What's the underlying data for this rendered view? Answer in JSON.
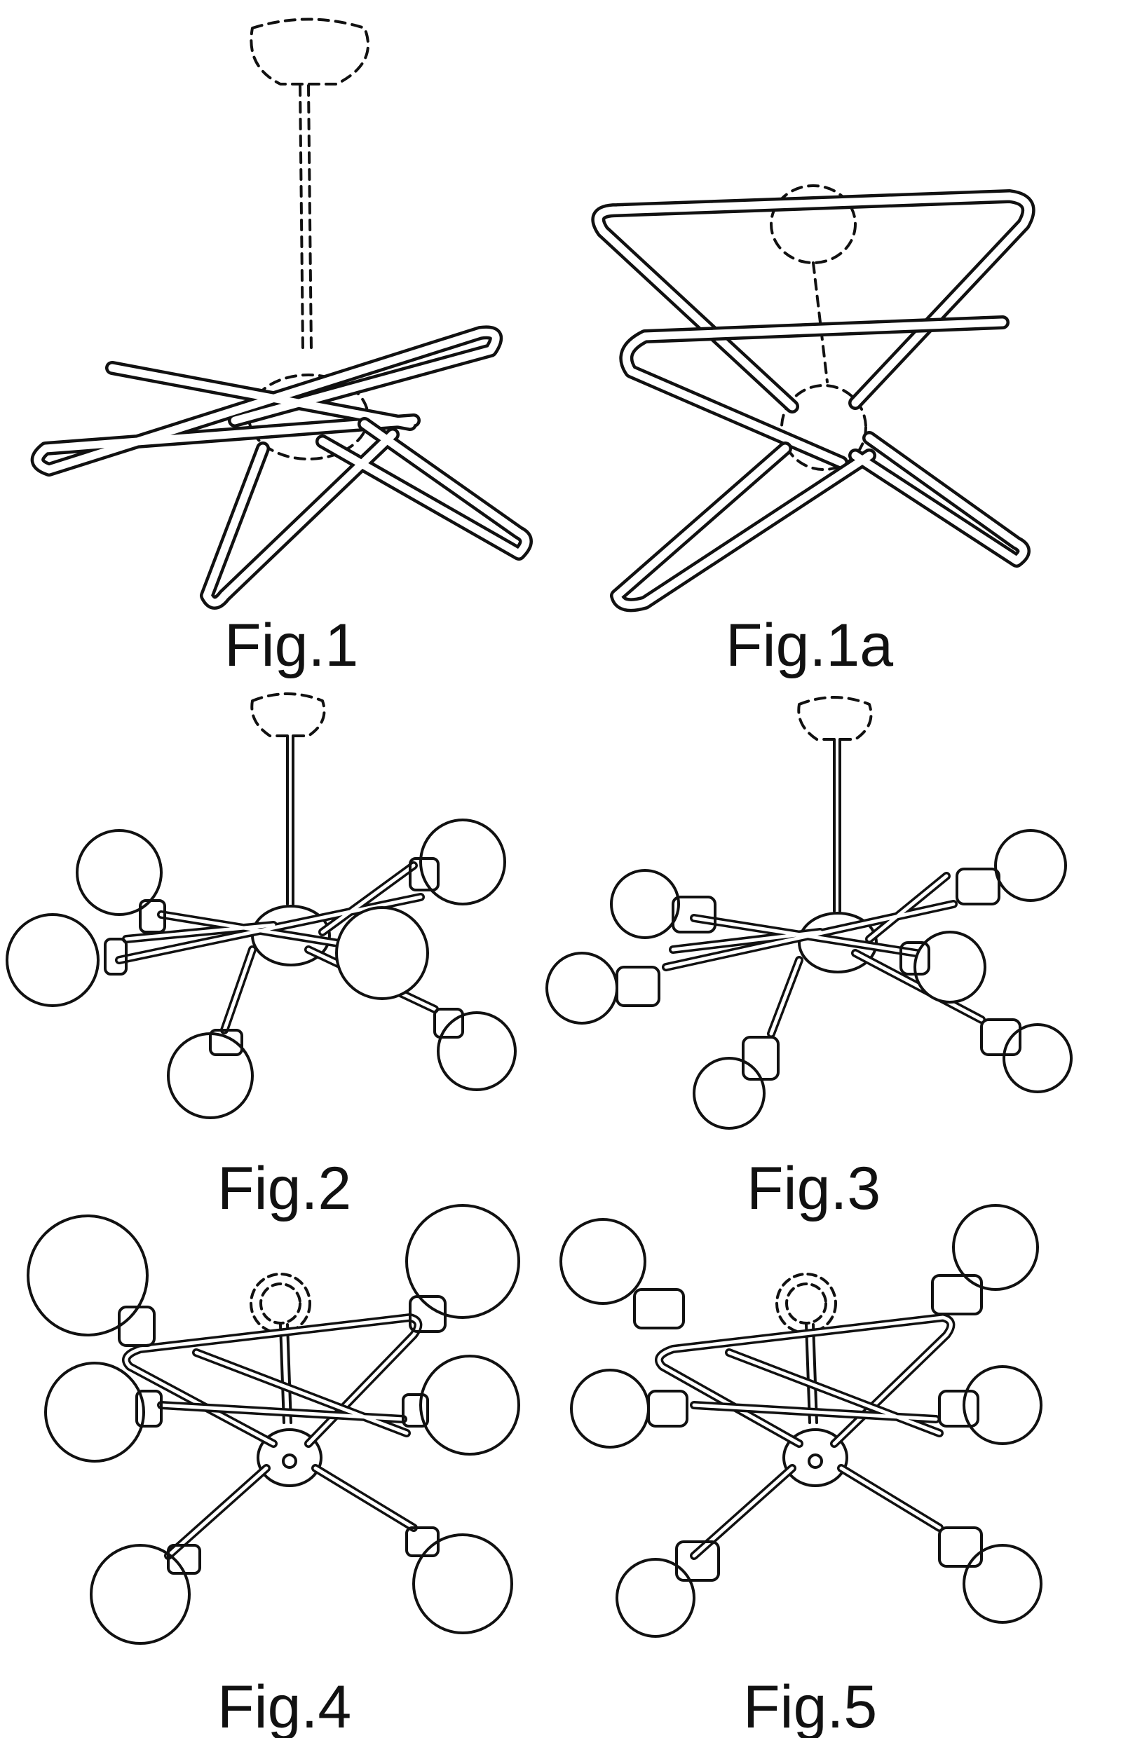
{
  "figures": [
    {
      "id": "fig1",
      "label": "Fig.1",
      "bulbs": "none"
    },
    {
      "id": "fig1a",
      "label": "Fig.1a",
      "bulbs": "none"
    },
    {
      "id": "fig2",
      "label": "Fig.2",
      "bulbs": "globe"
    },
    {
      "id": "fig3",
      "label": "Fig.3",
      "bulbs": "globe-long-socket"
    },
    {
      "id": "fig4",
      "label": "Fig.4",
      "bulbs": "globe"
    },
    {
      "id": "fig5",
      "label": "Fig.5",
      "bulbs": "globe-long-socket"
    }
  ],
  "colors": {
    "line": "#111111",
    "background": "#ffffff"
  }
}
